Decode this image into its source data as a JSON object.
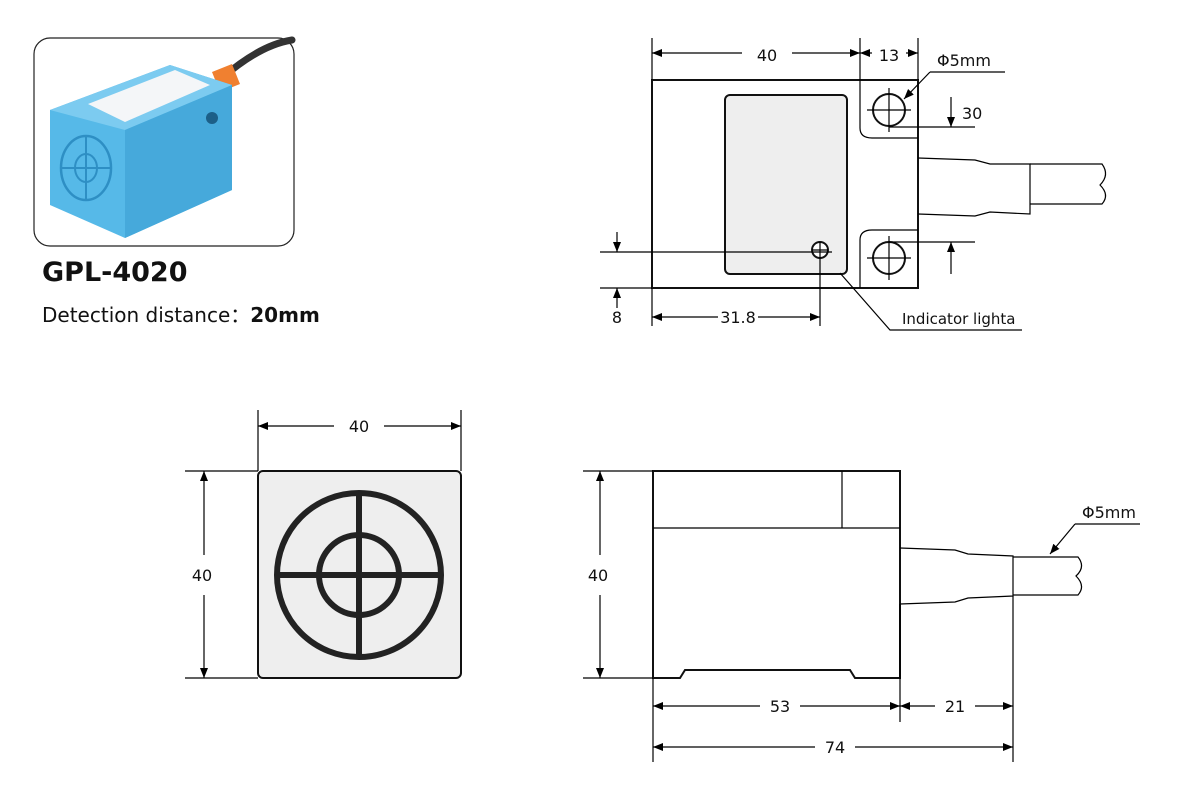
{
  "product": {
    "model": "GPL-4020",
    "detection_label": "Detection distance：",
    "detection_value": "20mm",
    "photo_color": "#4fb6e6",
    "cable_tip_color": "#f08030"
  },
  "top_view": {
    "dim_width": "40",
    "dim_ear": "13",
    "dim_hole_diameter": "Φ5mm",
    "dim_hole_spacing": "30",
    "dim_indicator_y": "8",
    "dim_indicator_x": "31.8",
    "indicator_label": "Indicator lighta"
  },
  "front_view": {
    "dim_width": "40",
    "dim_height": "40"
  },
  "side_view": {
    "dim_height": "40",
    "dim_body": "53",
    "dim_cable": "21",
    "dim_total": "74",
    "dim_cable_diameter": "Φ5mm"
  }
}
